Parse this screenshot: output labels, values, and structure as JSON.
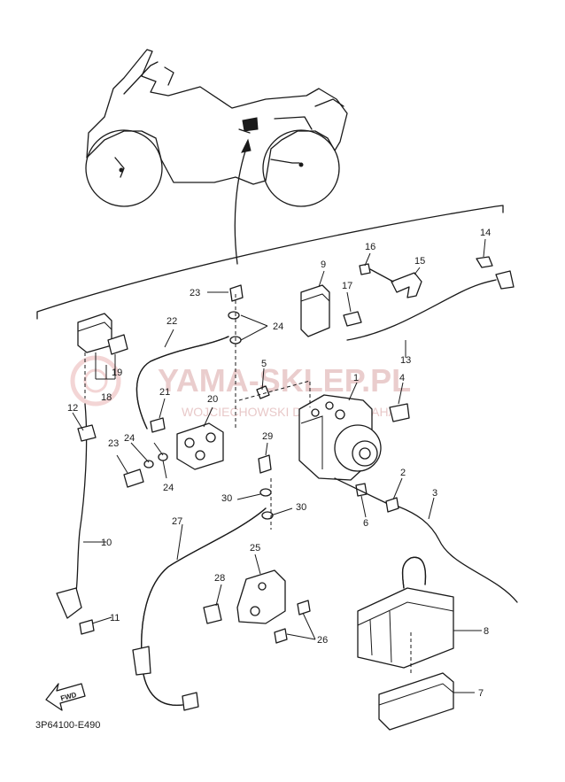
{
  "diagram_code": "3P64100-E490",
  "fwd_label": "FWD",
  "watermark": {
    "title": "YAMA-SKLEP.PL",
    "subtitle": "WOJCIECHOWSKI DEALER YAMAHA"
  },
  "callouts": [
    "1",
    "2",
    "3",
    "4",
    "5",
    "6",
    "7",
    "8",
    "9",
    "10",
    "11",
    "12",
    "13",
    "14",
    "15",
    "16",
    "17",
    "18",
    "19",
    "20",
    "21",
    "22",
    "23",
    "23",
    "24",
    "24",
    "24",
    "25",
    "26",
    "27",
    "28",
    "29",
    "30",
    "30"
  ]
}
